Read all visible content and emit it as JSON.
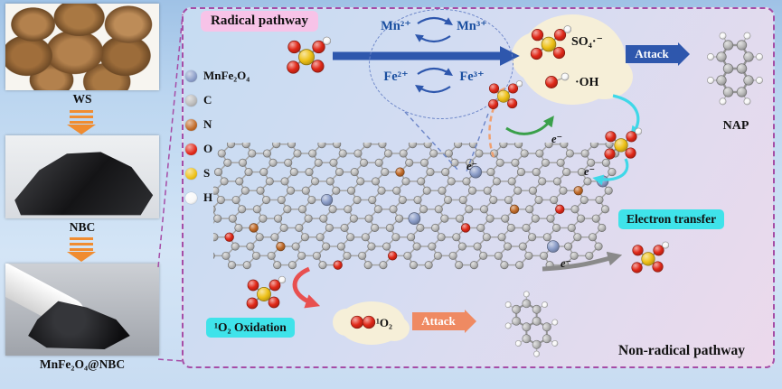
{
  "colors": {
    "accent_magenta": "#a64ca6",
    "blue_arrow": "#2e57ad",
    "cyan_box": "#3fe3ea",
    "pink_box": "#f7c3e8",
    "orange_arrow": "#f08c30",
    "attack_orange": "#ef8a62"
  },
  "left_panel": {
    "samples": [
      {
        "label": "WS"
      },
      {
        "label": "NBC"
      },
      {
        "label": "MnFe₂O₄@NBC"
      }
    ]
  },
  "legend": {
    "items": [
      {
        "name": "MnFe₂O₄",
        "color": "#8a9cc8"
      },
      {
        "name": "C",
        "color": "#b9b9b9"
      },
      {
        "name": "N",
        "color": "#c06a28"
      },
      {
        "name": "O",
        "color": "#e02818"
      },
      {
        "name": "S",
        "color": "#eec117"
      },
      {
        "name": "H",
        "color": "#f8f8f8"
      }
    ]
  },
  "labels": {
    "radical_pathway": "Radical pathway",
    "non_radical_pathway": "Non-radical pathway",
    "electron_transfer": "Electron transfer",
    "singlet_o2_oxidation": "¹O₂ Oxidation",
    "singlet_o2": "¹O₂",
    "attack": "Attack",
    "nap": "NAP",
    "so4_radical": "SO₄·⁻",
    "oh_radical": "·OH",
    "mn2": "Mn²⁺",
    "mn3": "Mn³⁺",
    "fe2": "Fe²⁺",
    "fe3": "Fe³⁺",
    "electron": "e⁻"
  }
}
